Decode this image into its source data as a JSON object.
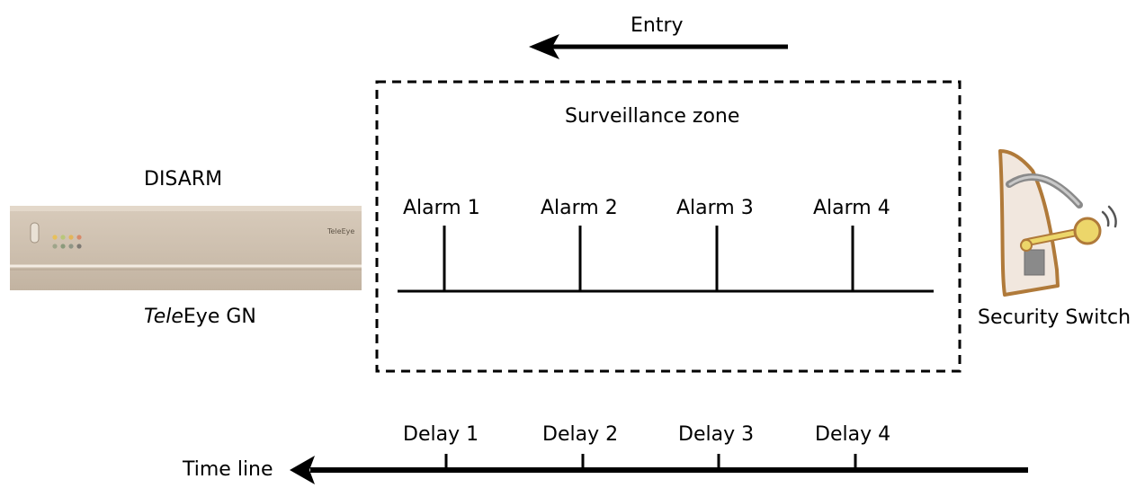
{
  "entry_label": "Entry",
  "zone": {
    "title": "Surveillance zone",
    "alarms": [
      "Alarm 1",
      "Alarm 2",
      "Alarm 3",
      "Alarm 4"
    ]
  },
  "device": {
    "status_label": "DISARM",
    "name_italic": "Tele",
    "name_rest": "Eye GN",
    "badge_text": "TeleEye"
  },
  "switch": {
    "label": "Security Switch"
  },
  "timeline": {
    "label": "Time line",
    "delays": [
      "Delay 1",
      "Delay 2",
      "Delay 3",
      "Delay 4"
    ]
  },
  "colors": {
    "line": "#000000",
    "device_body": "#cdbfae",
    "switch_outline": "#b07a3a",
    "switch_fill": "#f1e7de",
    "knob": "#ecd66a"
  }
}
